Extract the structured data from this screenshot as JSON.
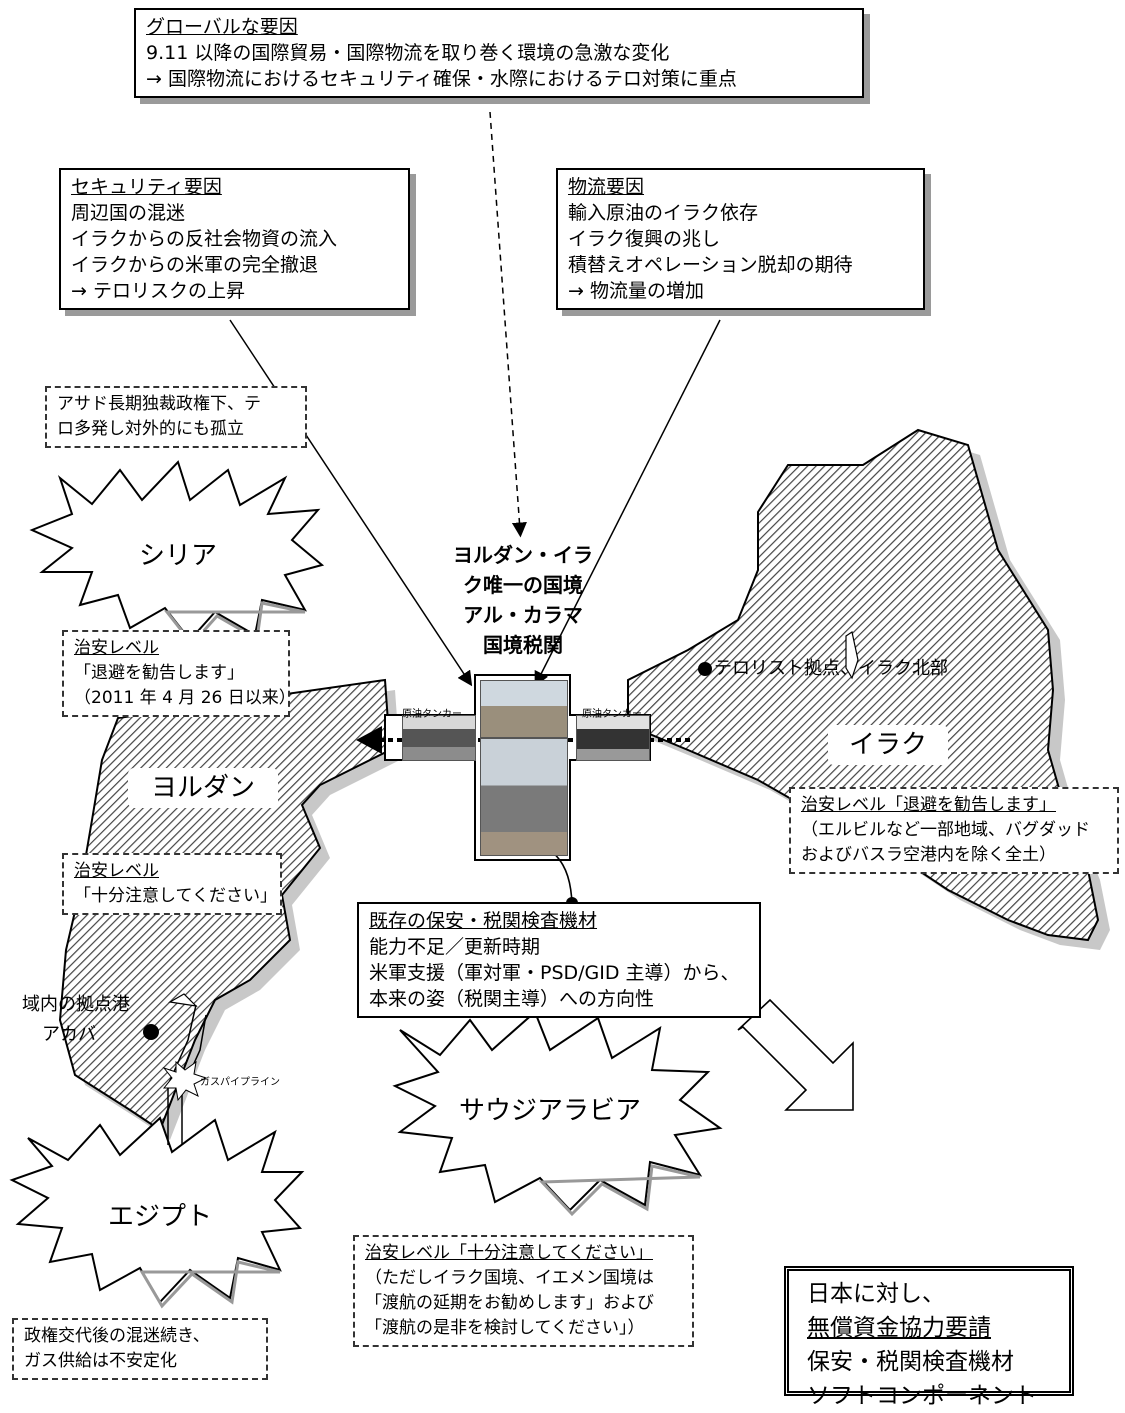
{
  "global_factor": {
    "title": "グローバルな要因",
    "lines": [
      "9.11 以降の国際貿易・国際物流を取り巻く環境の急激な変化",
      "→ 国際物流におけるセキュリティ確保・水際におけるテロ対策に重点"
    ]
  },
  "security_factor": {
    "title": "セキュリティ要因",
    "lines": [
      "周辺国の混迷",
      "イラクからの反社会物資の流入",
      "イラクからの米軍の完全撤退",
      "→ テロリスクの上昇"
    ]
  },
  "logistics_factor": {
    "title": "物流要因",
    "lines": [
      "輸入原油のイラク依存",
      "イラク復興の兆し",
      "積替えオペレーション脱却の期待",
      "→ 物流量の増加"
    ]
  },
  "syria_note": {
    "lines": [
      "アサド長期独裁政権下、テ",
      "ロ多発し対外的にも孤立"
    ]
  },
  "syria_level": {
    "title": "治安レベル",
    "lines": [
      "「退避を勧告します」",
      "（2011 年 4 月 26 日以来）"
    ]
  },
  "jordan_level": {
    "title": "治安レベル",
    "lines": [
      "「十分注意してください」"
    ]
  },
  "iraq_level": {
    "title": "治安レベル「退避を勧告します」",
    "lines": [
      "（エルビルなど一部地域、バグダッド",
      "およびバスラ空港内を除く全土）"
    ]
  },
  "saudi_level": {
    "title": "治安レベル「十分注意してください」",
    "lines": [
      "（ただしイラク国境、イエメン国境は",
      "「渡航の延期をお勧めします」および",
      "「渡航の是非を検討してください」）"
    ]
  },
  "egypt_note": {
    "lines": [
      "政権交代後の混迷続き、",
      "ガス供給は不安定化"
    ]
  },
  "equipment": {
    "title": "既存の保安・税関検査機材",
    "lines": [
      "能力不足／更新時期",
      "米軍支援（軍対軍・PSD/GID 主導）から、",
      "本来の姿（税関主導）への方向性"
    ]
  },
  "center": {
    "lines": [
      "ヨルダン・イラ",
      "ク唯一の国境",
      "アル・カラマ",
      "国境税関"
    ]
  },
  "countries": {
    "syria": "シリア",
    "jordan": "ヨルダン",
    "iraq": "イラク",
    "egypt": "エジプト",
    "saudi": "サウジアラビア"
  },
  "places": {
    "terrorist_base": "テロリスト拠点、イラク北部",
    "port_line1": "域内の拠点港",
    "port_line2": "アカバ"
  },
  "labels": {
    "tanker_left": "原油タンカー",
    "tanker_right": "原油タンカー",
    "gas_pipeline": "ガスパイプライン"
  },
  "request": {
    "line1": "日本に対し、",
    "line2": "無償資金協力要請",
    "line3": "保安・税関検査機材",
    "line4": "ソフトコンポーネント"
  }
}
